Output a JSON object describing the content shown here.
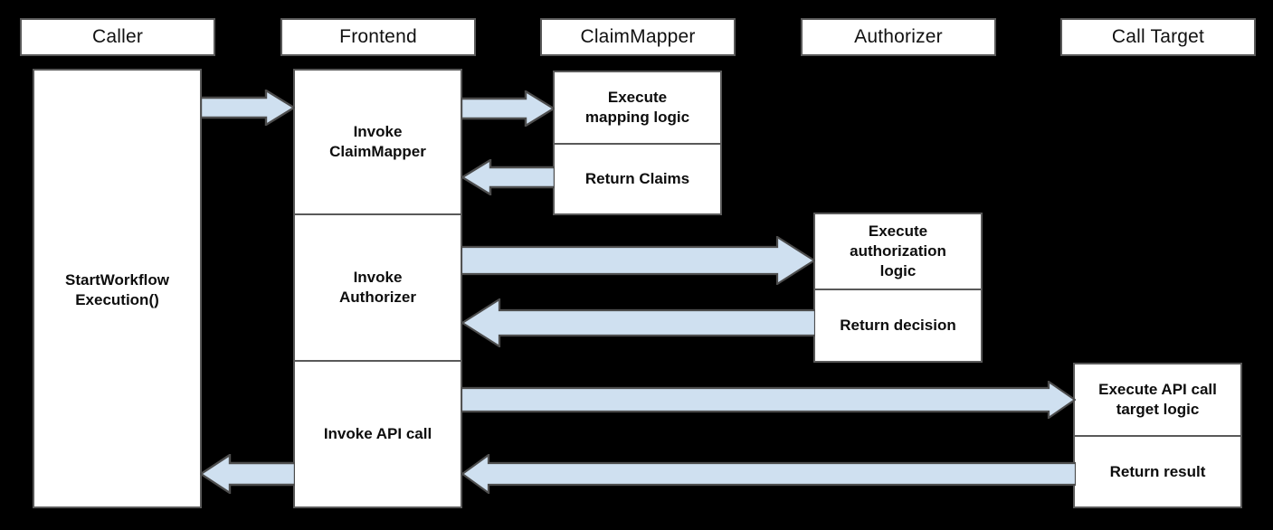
{
  "diagram": {
    "title": "Sequence diagram: StartWorkflowExecution with ClaimMapper, Authorizer and Call Target",
    "background_color": "#000000",
    "box_fill": "#ffffff",
    "box_border": "#595959",
    "arrow_fill": "#cfe0f0",
    "arrow_border": "#4d4d4d"
  },
  "lanes": [
    {
      "id": "caller",
      "label": "Caller"
    },
    {
      "id": "frontend",
      "label": "Frontend"
    },
    {
      "id": "claimmapper",
      "label": "ClaimMapper"
    },
    {
      "id": "authorizer",
      "label": "Authorizer"
    },
    {
      "id": "calltarget",
      "label": "Call Target"
    }
  ],
  "activations": {
    "caller": {
      "segments": [
        {
          "label": "StartWorkflow\nExecution()"
        }
      ]
    },
    "frontend": {
      "segments": [
        {
          "label": "Invoke\nClaimMapper"
        },
        {
          "label": "Invoke\nAuthorizer"
        },
        {
          "label": "Invoke API call"
        }
      ]
    },
    "claimmapper": {
      "segments": [
        {
          "label": "Execute\nmapping logic"
        },
        {
          "label": "Return Claims"
        }
      ]
    },
    "authorizer": {
      "segments": [
        {
          "label": "Execute\nauthorization\nlogic"
        },
        {
          "label": "Return decision"
        }
      ]
    },
    "calltarget": {
      "segments": [
        {
          "label": "Execute API call\ntarget logic"
        },
        {
          "label": "Return result"
        }
      ]
    }
  },
  "messages": [
    {
      "id": "caller-to-frontend",
      "direction": "right",
      "from": "caller",
      "to": "frontend"
    },
    {
      "id": "frontend-to-claimmapper",
      "direction": "right",
      "from": "frontend",
      "to": "claimmapper"
    },
    {
      "id": "claimmapper-to-frontend",
      "direction": "left",
      "from": "claimmapper",
      "to": "frontend"
    },
    {
      "id": "frontend-to-authorizer",
      "direction": "right",
      "from": "frontend",
      "to": "authorizer"
    },
    {
      "id": "authorizer-to-frontend",
      "direction": "left",
      "from": "authorizer",
      "to": "frontend"
    },
    {
      "id": "frontend-to-calltarget",
      "direction": "right",
      "from": "frontend",
      "to": "calltarget"
    },
    {
      "id": "calltarget-to-frontend",
      "direction": "left",
      "from": "calltarget",
      "to": "frontend"
    },
    {
      "id": "frontend-to-caller",
      "direction": "left",
      "from": "frontend",
      "to": "caller"
    }
  ]
}
